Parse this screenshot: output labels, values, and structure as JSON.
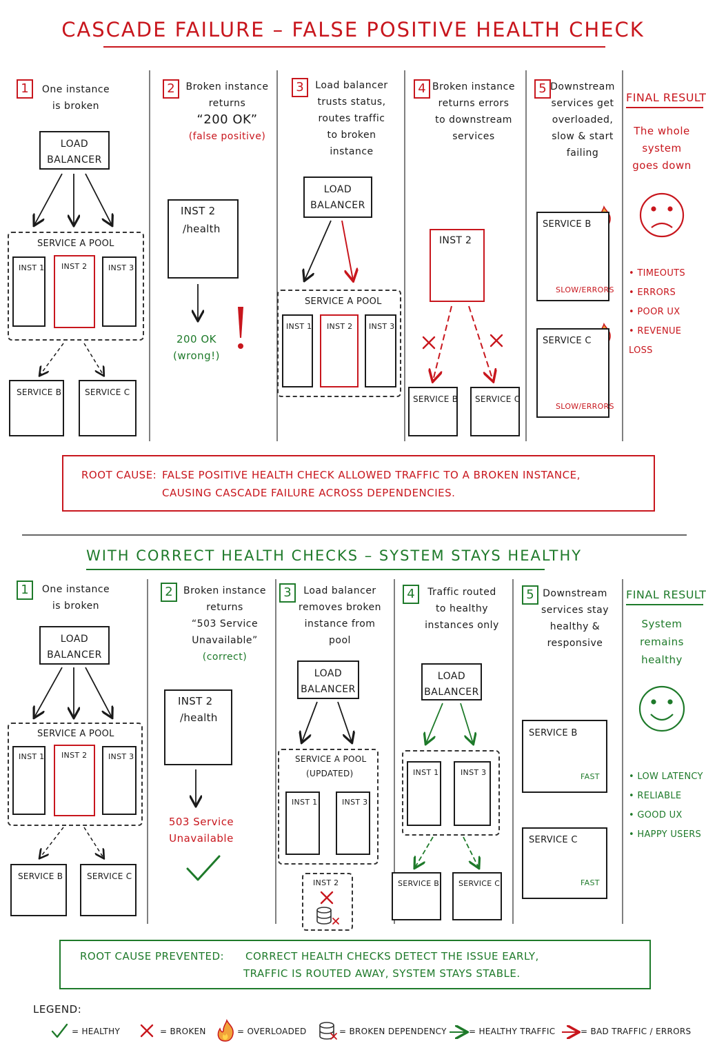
{
  "top": {
    "title": "Cascade Failure – False Positive Health Check",
    "steps": [
      {
        "num": "1",
        "lines": [
          "One instance",
          "is broken"
        ]
      },
      {
        "num": "2",
        "lines": [
          "Broken instance",
          "returns",
          "“200 OK”"
        ],
        "note": "(false positive)"
      },
      {
        "num": "3",
        "lines": [
          "Load balancer",
          "trusts status,",
          "routes traffic",
          "to broken",
          "instance"
        ]
      },
      {
        "num": "4",
        "lines": [
          "Broken instance",
          "returns errors",
          "to downstream",
          "services"
        ]
      },
      {
        "num": "5",
        "lines": [
          "Downstream",
          "services get",
          "overloaded,",
          "slow & start",
          "failing"
        ]
      }
    ],
    "final": {
      "heading": "Final Result",
      "lines": [
        "The whole",
        "system",
        "goes down"
      ],
      "bullets": [
        "Timeouts",
        "Errors",
        "Poor UX",
        "Revenue loss"
      ]
    },
    "result_text": [
      "200 OK",
      "(wrong!)"
    ],
    "root_cause": [
      "Root cause:",
      "False positive health check allowed traffic to a broken instance,",
      "causing cascade failure across dependencies."
    ],
    "slow_errors": "Slow/errors"
  },
  "bottom": {
    "title": "With correct health checks – system stays healthy",
    "steps": [
      {
        "num": "1",
        "lines": [
          "One instance",
          "is broken"
        ]
      },
      {
        "num": "2",
        "lines": [
          "Broken instance",
          "returns",
          "“503 Service",
          "Unavailable”"
        ],
        "note": "(correct)"
      },
      {
        "num": "3",
        "lines": [
          "Load balancer",
          "removes broken",
          "instance from",
          "pool"
        ]
      },
      {
        "num": "4",
        "lines": [
          "Traffic routed",
          "to healthy",
          "instances only"
        ]
      },
      {
        "num": "5",
        "lines": [
          "Downstream",
          "services stay",
          "healthy &",
          "responsive"
        ]
      }
    ],
    "final": {
      "heading": "Final Result",
      "lines": [
        "System",
        "remains",
        "healthy"
      ],
      "bullets": [
        "Low latency",
        "Reliable",
        "Good UX",
        "Happy users"
      ]
    },
    "result_text": [
      "503 Service",
      "Unavailable"
    ],
    "root_cause": [
      "Root cause prevented:",
      "Correct health checks detect the issue early,",
      "traffic is routed away, system stays stable."
    ],
    "updated": "(updated)",
    "fast": "Fast"
  },
  "labels": {
    "load_balancer": [
      "Load",
      "Balancer"
    ],
    "pool": "Service A Pool",
    "inst1": "Inst 1",
    "inst2": "Inst 2",
    "inst3": "Inst 3",
    "health": "/health",
    "service_b": "Service B",
    "service_c": "Service C"
  },
  "legend": {
    "title": "Legend:",
    "items": [
      "= Healthy",
      "= Broken",
      "= Overloaded",
      "= Broken dependency",
      "= Healthy traffic",
      "= Bad traffic / errors"
    ]
  },
  "colors": {
    "red": "#c8161d",
    "green": "#1e7a2a",
    "ink": "#1a1a1a"
  }
}
